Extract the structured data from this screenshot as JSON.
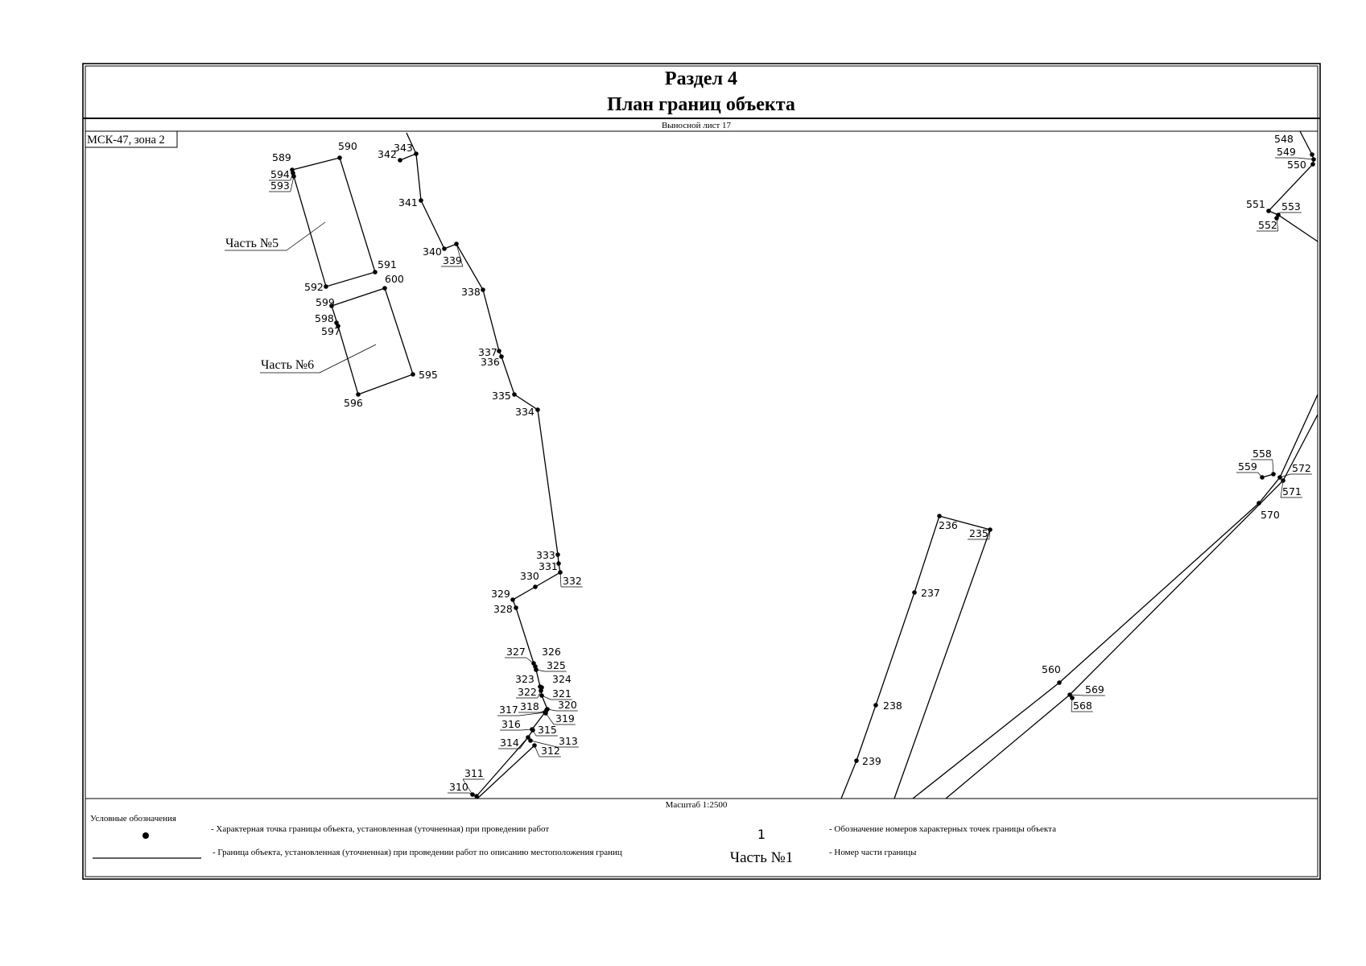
{
  "header": {
    "section": "Раздел 4",
    "title": "План границ объекта",
    "sheet_label": "Выносной лист 17"
  },
  "map": {
    "coord_system": "МСК-47, зона 2",
    "part_labels": [
      "Часть №5",
      "Часть №6"
    ]
  },
  "footer": {
    "scale": "Масштаб 1:2500",
    "legend_title": "Условные обозначения",
    "legend_point": "- Характерная точка границы объекта, установленная (уточненная) при проведении работ",
    "legend_line": "- Граница объекта, установленная (уточненная) при проведении работ по описанию местоположения границ",
    "legend_number_sample": "1",
    "legend_number_desc": "- Обозначение номеров характерных точек границы объекта",
    "legend_part_sample": "Часть №1",
    "legend_part_desc": "- Номер части границы"
  },
  "points": [
    "589",
    "590",
    "594",
    "593",
    "591",
    "592",
    "600",
    "599",
    "598",
    "597",
    "595",
    "596",
    "343",
    "342",
    "341",
    "340",
    "339",
    "338",
    "337",
    "336",
    "335",
    "334",
    "333",
    "331",
    "330",
    "332",
    "329",
    "328",
    "327",
    "326",
    "325",
    "323",
    "324",
    "322",
    "321",
    "317",
    "318",
    "320",
    "319",
    "316",
    "315",
    "314",
    "313",
    "312",
    "311",
    "310",
    "236",
    "235",
    "237",
    "238",
    "239",
    "548",
    "549",
    "550",
    "551",
    "553",
    "552",
    "558",
    "559",
    "572",
    "571",
    "570",
    "560",
    "569",
    "568"
  ]
}
